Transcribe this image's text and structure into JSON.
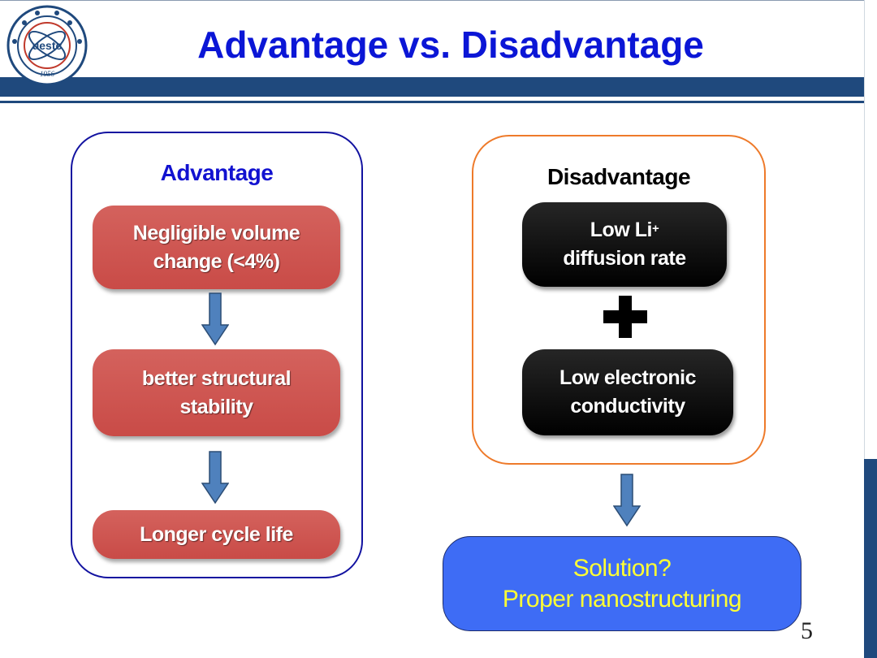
{
  "slide": {
    "title": "Advantage vs. Disadvantage",
    "page_number": "5",
    "logo": {
      "text": "uestc",
      "year": "1956"
    }
  },
  "advantage": {
    "title": "Advantage",
    "steps": [
      "Negligible volume\nchange (<4%)",
      "better structural\nstability",
      "Longer cycle life"
    ]
  },
  "disadvantage": {
    "title": "Disadvantage",
    "item1_line1": "Low Li",
    "item1_sup": "+",
    "item1_line2": "diffusion rate",
    "item2": "Low electronic\nconductivity"
  },
  "solution": {
    "line1": "Solution?",
    "line2": "Proper nanostructuring"
  },
  "colors": {
    "title": "#0b16d6",
    "header_bar": "#1f497d",
    "advantage_box": "#c94b47",
    "advantage_border": "#1212a0",
    "disadvantage_border": "#ee7a2a",
    "arrow": "#4f81bd",
    "solution_fill": "#3e6cf5",
    "solution_text": "#ffff33"
  },
  "icons": [
    "university-seal-logo",
    "arrow-down-icon",
    "plus-icon"
  ]
}
